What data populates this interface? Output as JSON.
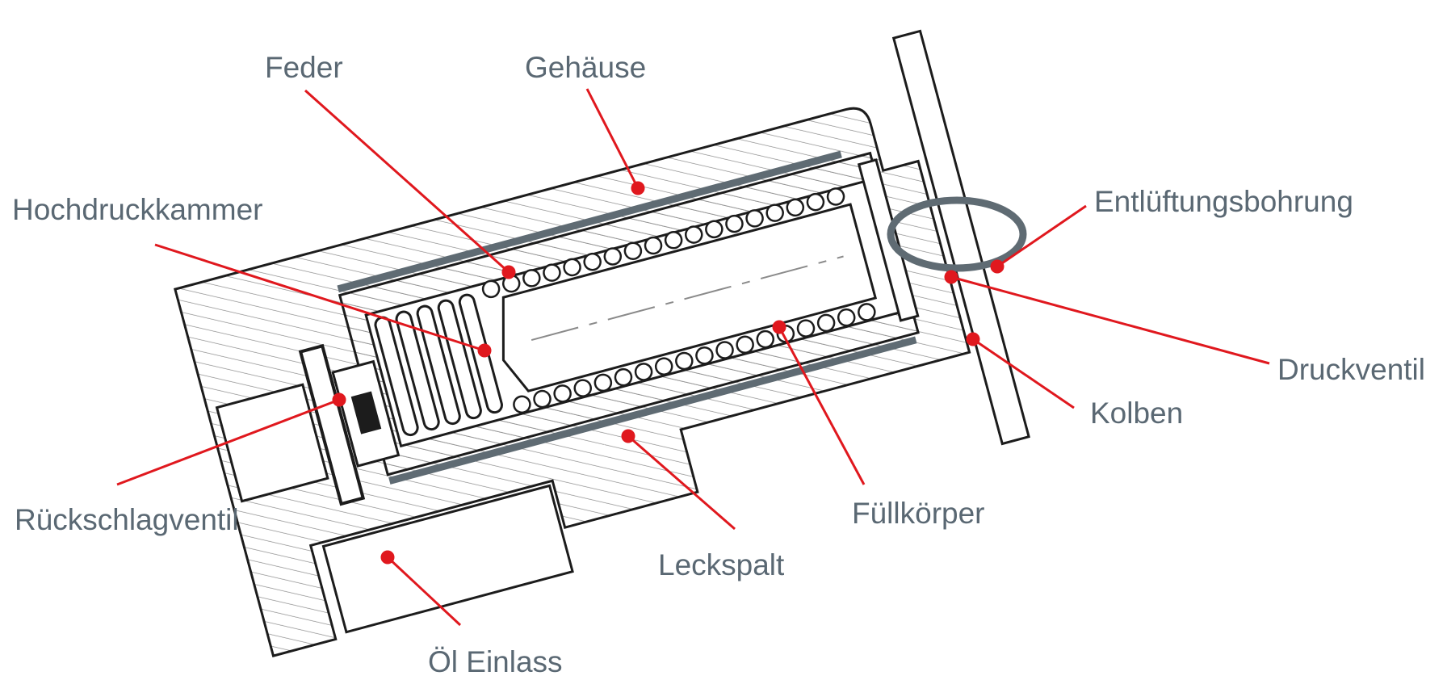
{
  "diagram": {
    "colors": {
      "leader": "#e0181e",
      "label_text": "#5a6873",
      "highlight": "#5f6b73",
      "outline": "#1c1c1c",
      "hatch": "#8a8a8a",
      "sleeve": "#5f6b73"
    },
    "labels": {
      "feder": "Feder",
      "gehaeuse": "Gehäuse",
      "hochdruckkammer": "Hochdruckkammer",
      "entlueftungsbohrung": "Entlüftungsbohrung",
      "druckventil": "Druckventil",
      "kolben": "Kolben",
      "rueckschlagventil": "Rückschlagventil",
      "fuellkoerper": "Füllkörper",
      "leckspalt": "Leckspalt",
      "oel_einlass": "Öl Einlass"
    }
  }
}
